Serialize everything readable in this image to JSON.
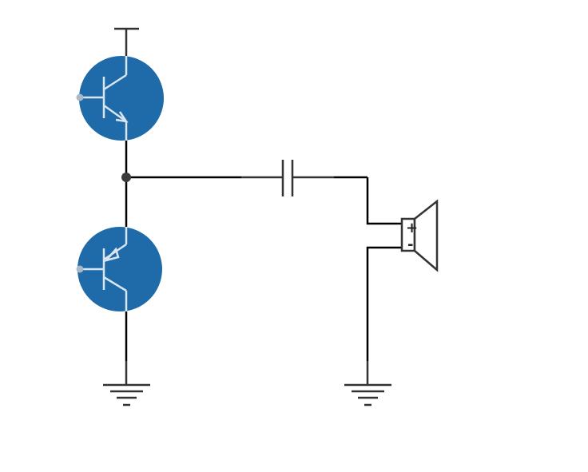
{
  "diagram": {
    "colors": {
      "wire": "#000000",
      "component_stroke": "#333333",
      "transistor_fill": "#1f6aa8",
      "transistor_lead": "#d8e6f2",
      "pin_dot": "#a9b9c7",
      "junction": "#3a3a3a"
    },
    "components": [
      {
        "id": "q1",
        "type": "npn-transistor"
      },
      {
        "id": "q2",
        "type": "pnp-transistor"
      },
      {
        "id": "c1",
        "type": "capacitor"
      },
      {
        "id": "ls1",
        "type": "speaker"
      },
      {
        "id": "vcc",
        "type": "supply-rail"
      },
      {
        "id": "gnd1",
        "type": "ground"
      },
      {
        "id": "gnd2",
        "type": "ground"
      }
    ],
    "speaker": {
      "plus_label": "+",
      "minus_label": "-"
    }
  }
}
